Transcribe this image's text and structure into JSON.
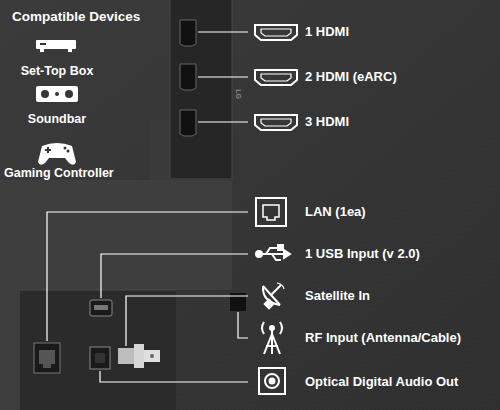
{
  "diagram": {
    "title": "Compatible Devices",
    "labels": [
      "Set-Top Box",
      "Soundbar",
      "Gaming Controller",
      "LG",
      "1 HDMI",
      "2 HDMI (eARC)",
      "3 HDMI",
      "LAN (1ea)",
      "1 USB Input (v 2.0)",
      "Satellite In",
      "RF Input (Antenna/Cable)",
      "Optical Digital Audio Out"
    ]
  }
}
